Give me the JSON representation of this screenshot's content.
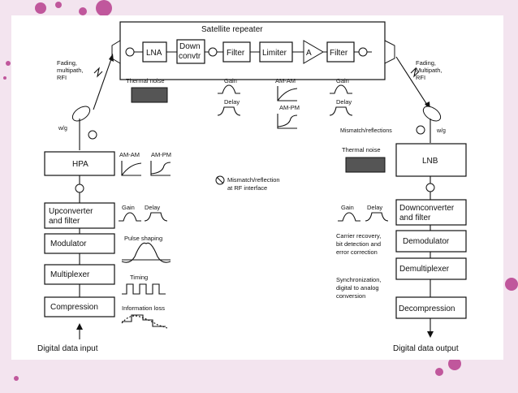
{
  "colors": {
    "background": "#f3e4ef",
    "dots": "#c0579c",
    "panel": "#ffffff"
  },
  "diagram": {
    "repeater": {
      "title": "Satellite repeater",
      "lna": "LNA",
      "down1": "Down",
      "down2": "convtr",
      "filter_in": "Filter",
      "limiter": "Limiter",
      "amp": "A",
      "filter_out": "Filter"
    },
    "uplink_channel": {
      "l1": "Fading,",
      "l2": "multipath,",
      "l3": "RFI"
    },
    "downlink_channel": {
      "l1": "Fading,",
      "l2": "Multipath,",
      "l3": "RFI"
    },
    "thermal_noise_top": "Thermal noise",
    "thermal_noise_rx": "Thermal noise",
    "impairments_top": {
      "gain1": "Gain",
      "delay1": "Delay",
      "amam": "AM-AM",
      "ampm": "AM-PM",
      "gain2": "Gain",
      "delay2": "Delay"
    },
    "tx": {
      "wg": "w/g",
      "hpa": "HPA",
      "upconv1": "Upconverter",
      "upconv2": "and filter",
      "modulator": "Modulator",
      "multiplexer": "Multiplexer",
      "compression": "Compression",
      "input": "Digital data input",
      "amam": "AM-AM",
      "ampm": "AM-PM",
      "gain": "Gain",
      "delay": "Delay",
      "pulse": "Pulse shaping",
      "timing": "Timing",
      "infoloss": "Information loss"
    },
    "rx": {
      "mismatch": "Mismatch/reflections",
      "wg": "w/g",
      "lnb": "LNB",
      "downconv1": "Downconverter",
      "downconv2": "and filter",
      "demodulator": "Demodulator",
      "demultiplexer": "Demultiplexer",
      "decompression": "Decompression",
      "output": "Digital data output",
      "gain": "Gain",
      "delay": "Delay",
      "carrier1": "Carrier recovery,",
      "carrier2": "bit detection and",
      "carrier3": "error correction",
      "sync1": "Synchronization,",
      "sync2": "digital to analog",
      "sync3": "conversion"
    },
    "legend": {
      "l1": "Mismatch/reflection",
      "l2": "at RF interface"
    }
  }
}
